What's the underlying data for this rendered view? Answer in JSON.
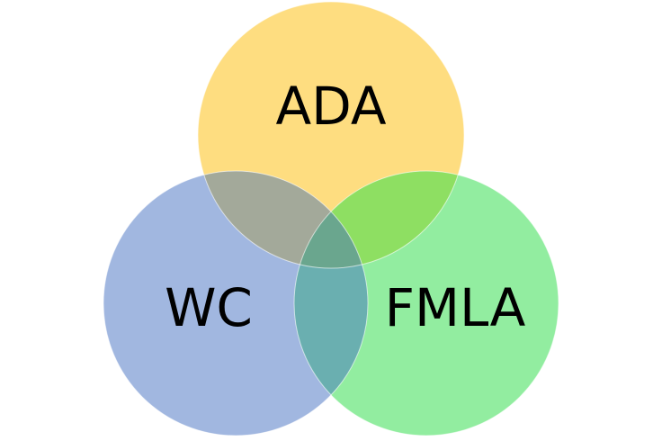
{
  "sets": [
    {
      "id": "ada",
      "label": "ADA",
      "color": "#FEDD80"
    },
    {
      "id": "wc",
      "label": "WC",
      "color": "#A1B7E0"
    },
    {
      "id": "fmla",
      "label": "FMLA",
      "color": "#92EDA0"
    }
  ],
  "overlap_colors": {
    "ada_wc": "#A3A99A",
    "ada_fmla": "#8EDF62",
    "wc_fmla": "#6AAFB0",
    "all": "#6AA68E"
  }
}
